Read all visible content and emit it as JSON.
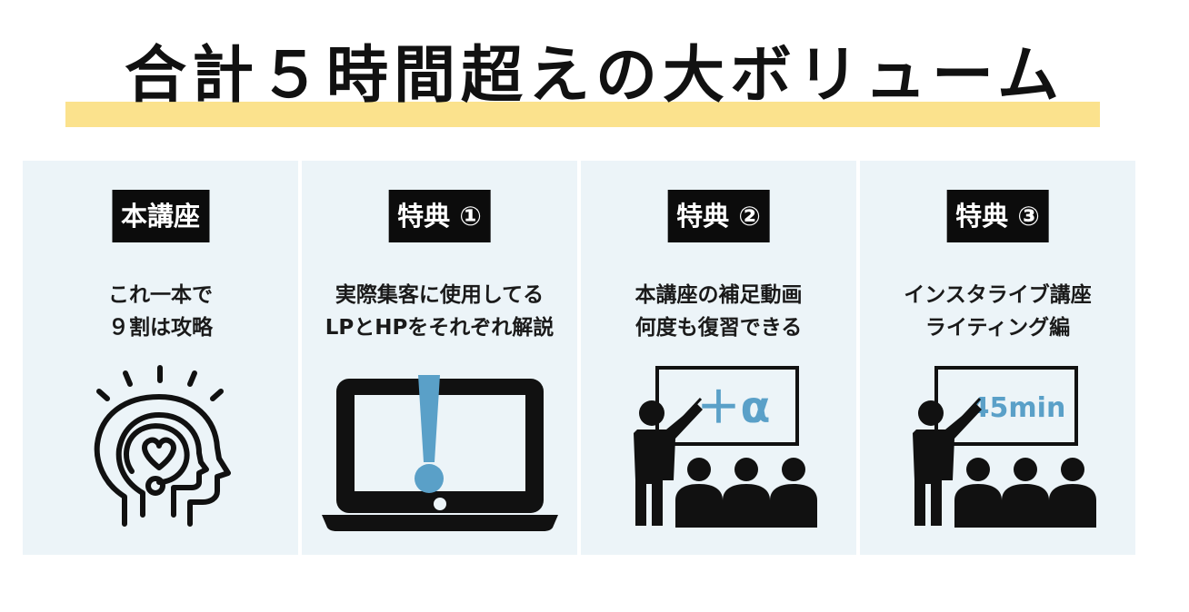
{
  "header": {
    "title": "合計５時間超えの大ボリューム"
  },
  "colors": {
    "highlight": "#fbe28d",
    "panel_bg": "#ecf4f8",
    "accent_blue": "#5aa0c8",
    "tag_bg": "#0c0c0c"
  },
  "cards": [
    {
      "tag": "本講座",
      "line1": "これ一本で",
      "line2": "９割は攻略",
      "icon": "head-heart-icon"
    },
    {
      "tag": "特典 ①",
      "line1": "実際集客に使用してる",
      "line2": "LPとHPをそれぞれ解説",
      "icon": "laptop-exclamation-icon"
    },
    {
      "tag": "特典 ②",
      "line1": "本講座の補足動画",
      "line2": "何度も復習できる",
      "icon": "lecture-board-icon",
      "board_text": "＋α"
    },
    {
      "tag": "特典 ③",
      "line1": "インスタライブ講座",
      "line2": "ライティング編",
      "icon": "lecture-board-icon",
      "board_text": "45min"
    }
  ]
}
